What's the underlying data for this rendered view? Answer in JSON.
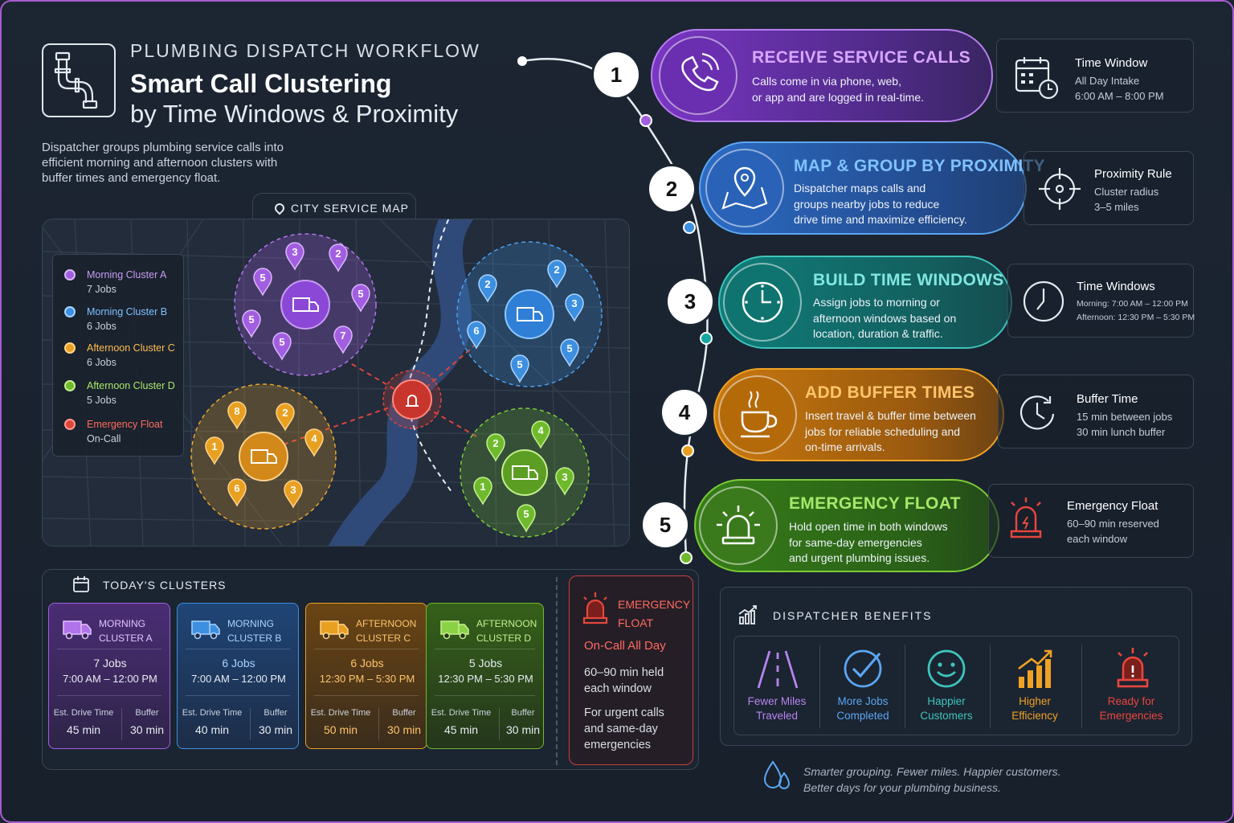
{
  "header": {
    "eyebrow": "PLUMBING DISPATCH WORKFLOW",
    "title_line1": "Smart Call Clustering",
    "title_line2": "by Time Windows & Proximity",
    "intro": "Dispatcher groups plumbing service calls into efficient morning and afternoon clusters with buffer times and emergency float."
  },
  "map": {
    "tab_label": "CITY SERVICE  MAP",
    "legend": [
      {
        "name": "Morning Cluster A",
        "sub": "7 Jobs",
        "color": "#a25ee0"
      },
      {
        "name": "Morning Cluster B",
        "sub": "6 Jobs",
        "color": "#3d8fe0"
      },
      {
        "name": "Afternoon Cluster C",
        "sub": "6 Jobs",
        "color": "#e8a021"
      },
      {
        "name": "Afternoon Cluster D",
        "sub": "5 Jobs",
        "color": "#6fba2c"
      },
      {
        "name": "Emergency Float",
        "sub": "On-Call",
        "color": "#e0443a"
      }
    ],
    "clusters": {
      "a_pins": [
        "3",
        "2",
        "5",
        "5",
        "5",
        "5",
        "7"
      ],
      "b_pins": [
        "2",
        "2",
        "3",
        "6",
        "5",
        "5"
      ],
      "c_pins": [
        "8",
        "2",
        "1",
        "4",
        "6",
        "3"
      ],
      "d_pins": [
        "4",
        "2",
        "1",
        "3",
        "5"
      ]
    }
  },
  "steps": [
    {
      "num": "1",
      "title": "RECEIVE SERVICE CALLS",
      "desc": "Calls come in via phone, web,\nor app and are logged in real-time.",
      "side_title": "Time Window",
      "side_sub": "All Day Intake\n6:00 AM – 8:00 PM",
      "color": "#8a3fd1",
      "title_color": "#d9a6ff"
    },
    {
      "num": "2",
      "title": "MAP & GROUP BY PROXIMITY",
      "desc": "Dispatcher maps calls and\ngroups nearby jobs to reduce\ndrive time and maximize efficiency.",
      "side_title": "Proximity Rule",
      "side_sub": "Cluster radius\n3–5 miles",
      "color": "#2a5fae",
      "title_color": "#7fc2ff"
    },
    {
      "num": "3",
      "title": "BUILD TIME WINDOWS",
      "desc": "Assign jobs to morning or\nafternoon windows based on\nlocation, duration & traffic.",
      "side_title": "Time Windows",
      "side_sub": "Morning: 7:00 AM – 12:00 PM\nAfternoon: 12:30 PM – 5:30 PM",
      "color": "#14807d",
      "title_color": "#7fe6e0"
    },
    {
      "num": "4",
      "title": "ADD BUFFER TIMES",
      "desc": "Insert travel & buffer time between\njobs for reliable scheduling and\non-time arrivals.",
      "side_title": "Buffer Time",
      "side_sub": "15 min between jobs\n30 min lunch buffer",
      "color": "#b46b0c",
      "title_color": "#ffc46a"
    },
    {
      "num": "5",
      "title": "EMERGENCY FLOAT",
      "desc": "Hold open time in both windows\nfor same-day emergencies\nand urgent plumbing issues.",
      "side_title": "Emergency Float",
      "side_sub": "60–90 min reserved\neach window",
      "color": "#3b7a1e",
      "title_color": "#a6e86a"
    }
  ],
  "clusters_panel": {
    "heading": "TODAY'S CLUSTERS",
    "cards": [
      {
        "name": "MORNING\nCLUSTER A",
        "jobs": "7 Jobs",
        "time": "7:00 AM – 12:00 PM",
        "drive_label": "Est. Drive Time",
        "drive": "45 min",
        "buffer_label": "Buffer",
        "buffer": "30 min",
        "color": "#a25ee0",
        "text_color": "#e3c3ff"
      },
      {
        "name": "MORNING\nCLUSTER B",
        "jobs": "6 Jobs",
        "time": "7:00 AM – 12:00 PM",
        "drive_label": "Est. Drive Time",
        "drive": "40 min",
        "buffer_label": "Buffer",
        "buffer": "30 min",
        "color": "#3d8fe0",
        "text_color": "#a9d4ff"
      },
      {
        "name": "AFTERNOON\nCLUSTER C",
        "jobs": "6 Jobs",
        "time": "12:30 PM – 5:30 PM",
        "drive_label": "Est. Drive Time",
        "drive": "50 min",
        "buffer_label": "Buffer",
        "buffer": "30 min",
        "color": "#e8a021",
        "text_color": "#ffc46a"
      },
      {
        "name": "AFTERNOON\nCLUSTER D",
        "jobs": "5 Jobs",
        "time": "12:30 PM – 5:30 PM",
        "drive_label": "Est. Drive Time",
        "drive": "45 min",
        "buffer_label": "Buffer",
        "buffer": "30 min",
        "color": "#6fba2c",
        "text_color": "#c3f08e"
      }
    ],
    "emergency": {
      "title": "EMERGENCY\nFLOAT",
      "subtitle": "On-Call All Day",
      "line1": "60–90 min held\neach window",
      "line2": "For urgent calls\nand same-day\nemergencies"
    }
  },
  "benefits": {
    "heading": "DISPATCHER BENEFITS",
    "items": [
      {
        "label": "Fewer Miles\nTraveled",
        "color": "#b784f0"
      },
      {
        "label": "More Jobs\nCompleted",
        "color": "#5aa6f2"
      },
      {
        "label": "Happier\nCustomers",
        "color": "#3ec4bc"
      },
      {
        "label": "Higher\nEfficiency",
        "color": "#f0a224"
      },
      {
        "label": "Ready for\nEmergencies",
        "color": "#e8473c"
      }
    ],
    "tagline": "Smarter grouping. Fewer miles. Happier customers.\nBetter days for your plumbing business."
  }
}
